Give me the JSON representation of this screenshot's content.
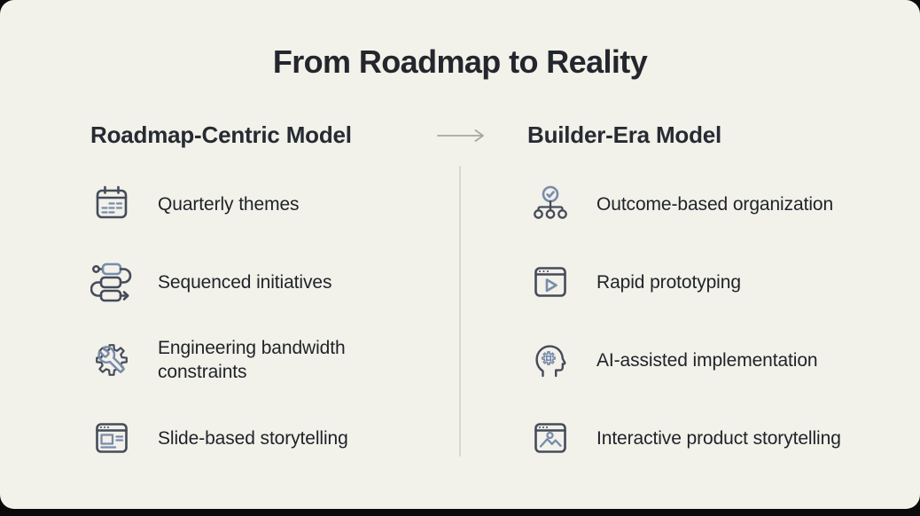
{
  "title": "From Roadmap to Reality",
  "header_arrow_icon": "right-arrow-icon",
  "left_column": {
    "header": "Roadmap-Centric Model",
    "items": [
      {
        "icon": "calendar-icon",
        "label": "Quarterly themes"
      },
      {
        "icon": "sequence-flow-icon",
        "label": "Sequenced initiatives"
      },
      {
        "icon": "gear-wrench-icon",
        "label": "Engineering bandwidth constraints"
      },
      {
        "icon": "slide-window-icon",
        "label": "Slide-based storytelling"
      }
    ]
  },
  "right_column": {
    "header": "Builder-Era Model",
    "items": [
      {
        "icon": "org-chart-check-icon",
        "label": "Outcome-based organization"
      },
      {
        "icon": "window-play-icon",
        "label": "Rapid prototyping"
      },
      {
        "icon": "head-gear-icon",
        "label": "AI-assisted implementation"
      },
      {
        "icon": "window-image-icon",
        "label": "Interactive product storytelling"
      }
    ]
  },
  "colors": {
    "card_background": "#f2f1ea",
    "outer_background": "#0a0a0a",
    "title_text": "#23272d",
    "header_text": "#262b33",
    "body_text": "#1f2328",
    "icon_dark": "#454c59",
    "icon_accent_blue": "#788cab",
    "arrow_gray": "#a7a7a0",
    "divider": "#d9d8d0"
  }
}
